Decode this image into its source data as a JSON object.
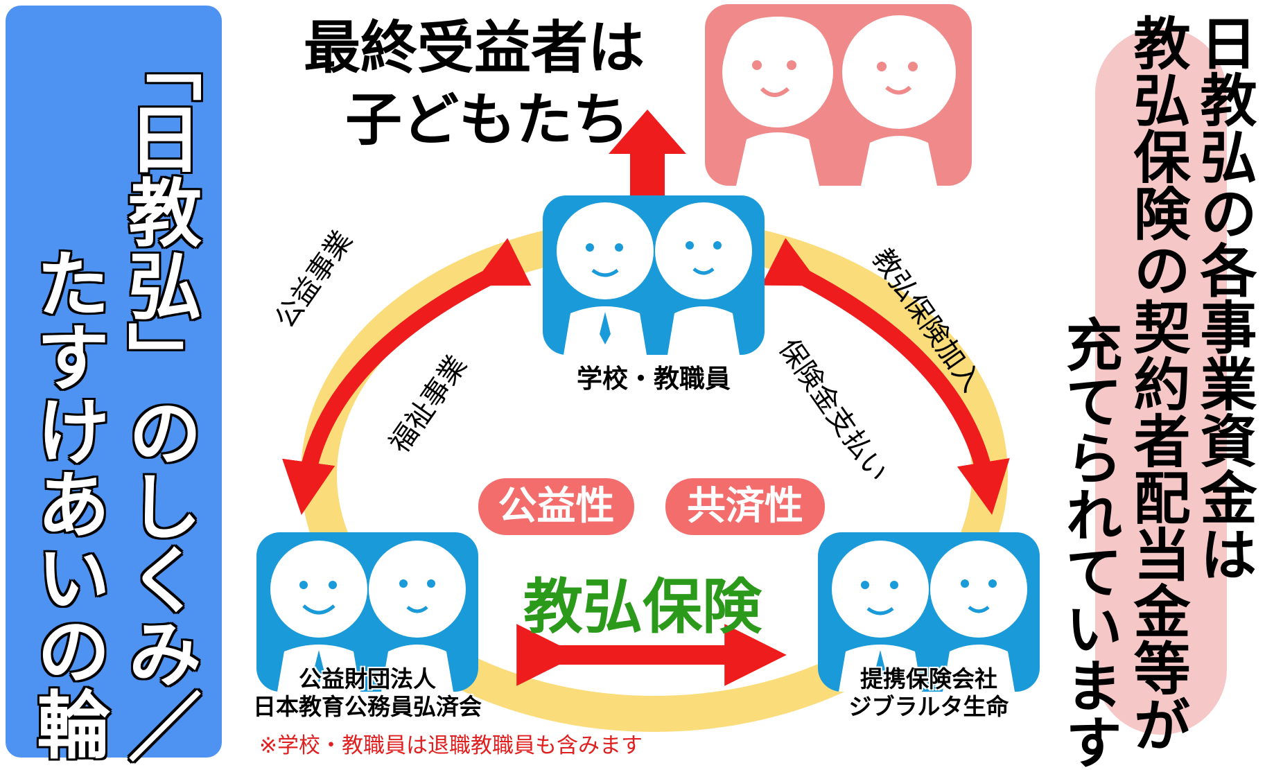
{
  "side_title": {
    "line1": "「日教弘」のしくみ／",
    "line2": "たすけあいの輪"
  },
  "headline": {
    "line1": "最終受益者は",
    "line2": "子どもたち"
  },
  "side_message": {
    "line1": "日教弘の各事業資金は",
    "line2": "教弘保険の契約者配当金等が",
    "line3": "充てられています"
  },
  "nodes": {
    "school": "学校・教職員",
    "fund": {
      "line1": "公益財団法人",
      "line2": "日本教育公務員弘済会"
    },
    "insurer": {
      "line1": "提携保険会社",
      "line2": "ジブラルタ生命"
    }
  },
  "arrows": {
    "public_service": "公益事業",
    "welfare_service": "福祉事業",
    "insurance_join": "教弘保険加入",
    "insurance_payment": "保険金支払い"
  },
  "badges": {
    "public_interest": "公益性",
    "mutual_aid": "共済性"
  },
  "center": "教弘保険",
  "footnote": "※学校・教職員は退職教職員も含みます",
  "colors": {
    "panel_blue": "#4f93f2",
    "box_blue": "#1a9ad8",
    "kids_pink": "#f08a8a",
    "oval_pink": "#f6c7c7",
    "ring_yellow": "#fbdc7a",
    "arrow_red": "#ee1c1c",
    "badge_red": "#f36d6d",
    "center_green": "#2b9a1b"
  }
}
